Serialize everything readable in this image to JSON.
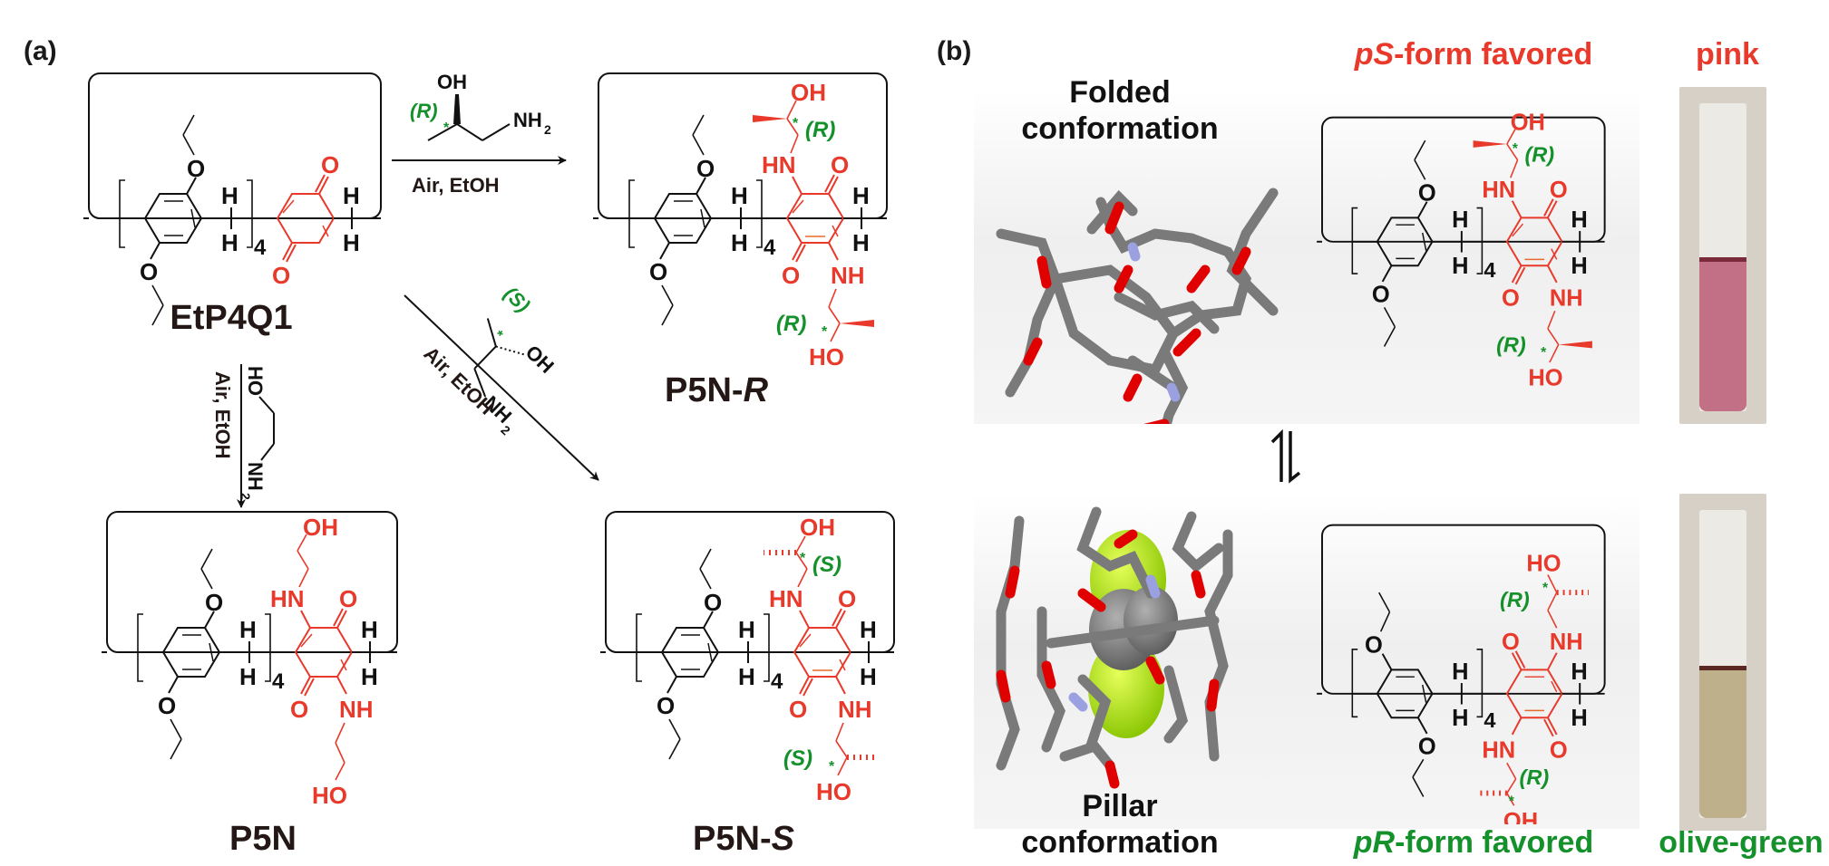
{
  "panel_a": {
    "label": "(a)",
    "compounds": {
      "start": "EtP4Q1",
      "p5n": "P5N",
      "p5n_r_prefix": "P5N-",
      "p5n_r_suffix": "R",
      "p5n_s_prefix": "P5N-",
      "p5n_s_suffix": "S"
    },
    "reagents": {
      "top_conditions": "Air, EtOH",
      "diag_conditions": "Air, EtOH",
      "vert_conditions": "Air, EtOH",
      "r_label": "(R)",
      "s_label": "(S)",
      "oh": "OH",
      "ho": "HO",
      "nh2": "NH",
      "sub2": "2",
      "star": "*"
    }
  },
  "panel_b": {
    "label": "(b)",
    "folded_line1": "Folded",
    "folded_line2": "conformation",
    "pillar_line1": "Pillar",
    "pillar_line2": "conformation",
    "ps_prefix": "pS",
    "ps_suffix": "-form favored",
    "pr_prefix": "pR",
    "pr_suffix": "-form favored",
    "pink": "pink",
    "olive": "olive-green"
  },
  "structure_text": {
    "o": "O",
    "h": "H",
    "four": "4",
    "hn": "HN",
    "nh": "NH",
    "oh": "OH",
    "ho": "HO",
    "r": "(R)",
    "s": "(S)",
    "star": "*"
  },
  "colors": {
    "red": "#e8392b",
    "green": "#15912b",
    "black": "#111111",
    "pink_solution": "#c27086",
    "olive_solution": "#bdb08a"
  }
}
